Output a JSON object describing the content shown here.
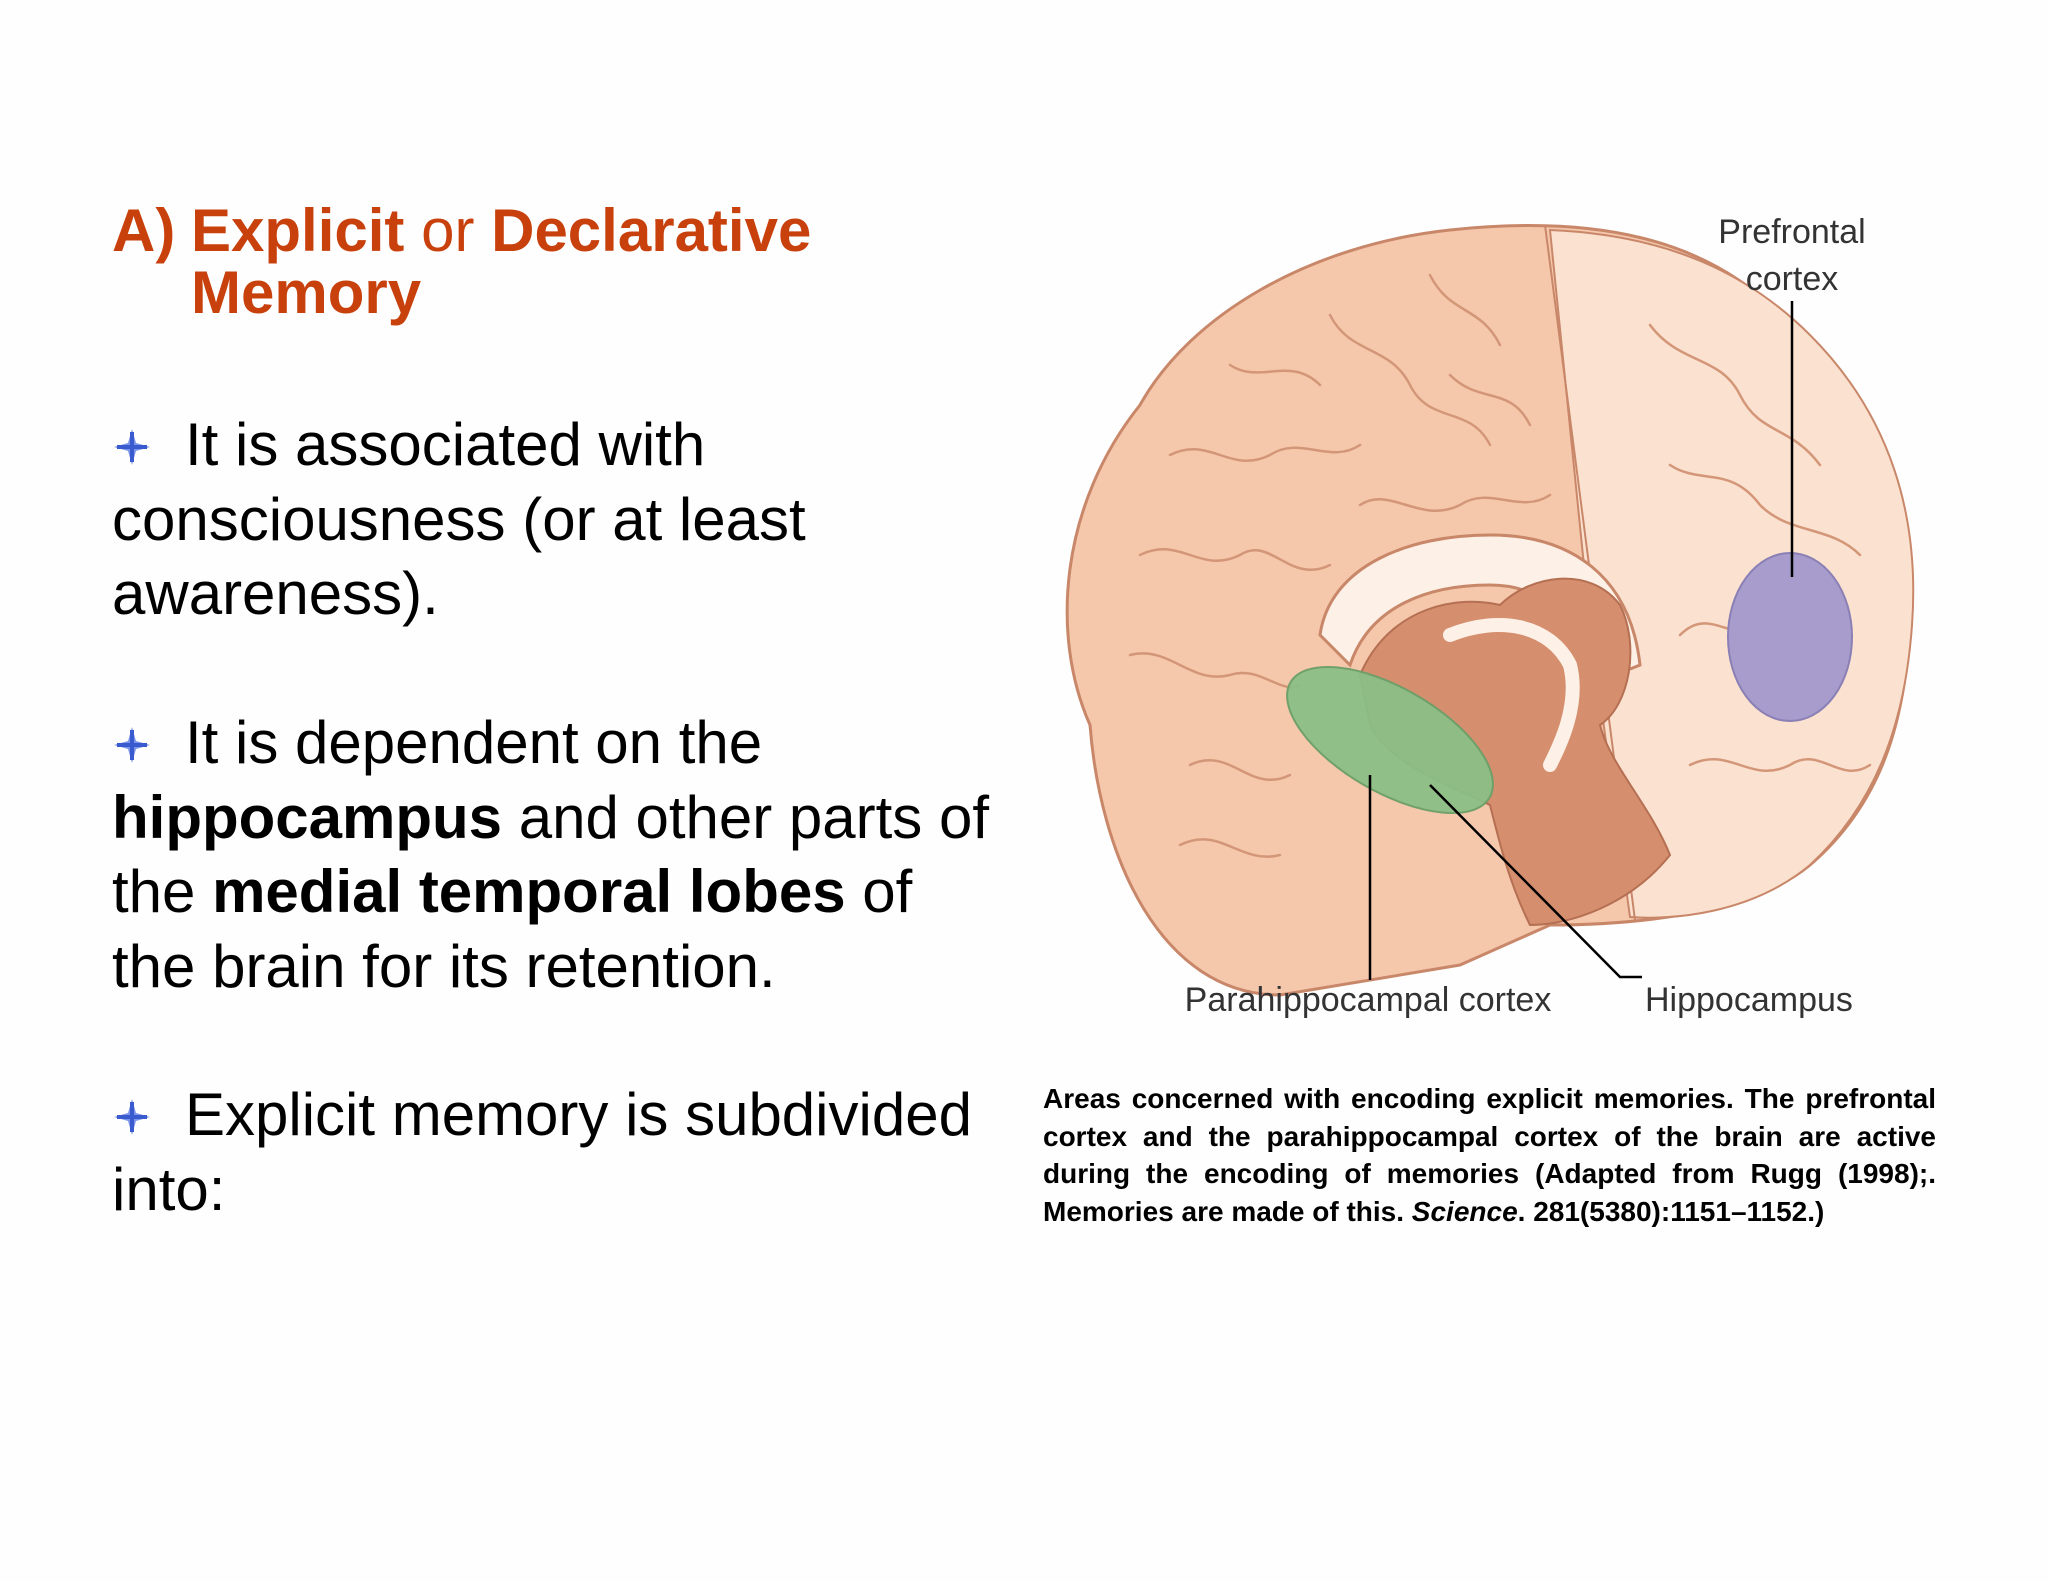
{
  "heading": {
    "label": "A)",
    "term1": "Explicit",
    "conjunction": "or",
    "term2": "Declarative",
    "term2_line2": "Memory"
  },
  "bullets": [
    {
      "pre": "It is associated with consciousness (or at least awareness)."
    },
    {
      "pre": "It is dependent on the ",
      "bold1": "hippocampus",
      "mid": " and other parts of the ",
      "bold2": "medial temporal lobes",
      "post": " of the brain for its retention."
    },
    {
      "pre": "Explicit memory is subdivided into:"
    }
  ],
  "diagram": {
    "labels": {
      "prefrontal_line1": "Prefrontal",
      "prefrontal_line2": "cortex",
      "parahippocampal": "Parahippocampal cortex",
      "hippocampus": "Hippocampus"
    },
    "colors": {
      "brain": "#f5c7ab",
      "frontal": "#fbe1cf",
      "inner": "#d58f6e",
      "parahippocampal": "#8bbf86",
      "prefrontal": "#a79ccb"
    }
  },
  "caption": {
    "pre": "Areas concerned with encoding explicit memories. The prefrontal cortex and the parahippocampal cortex of the brain are active during the encoding of memories (Adapted from Rugg (1998);. Memories are made of this. ",
    "journal": "Science",
    "post": ". 281(5380):1151–1152.)"
  }
}
